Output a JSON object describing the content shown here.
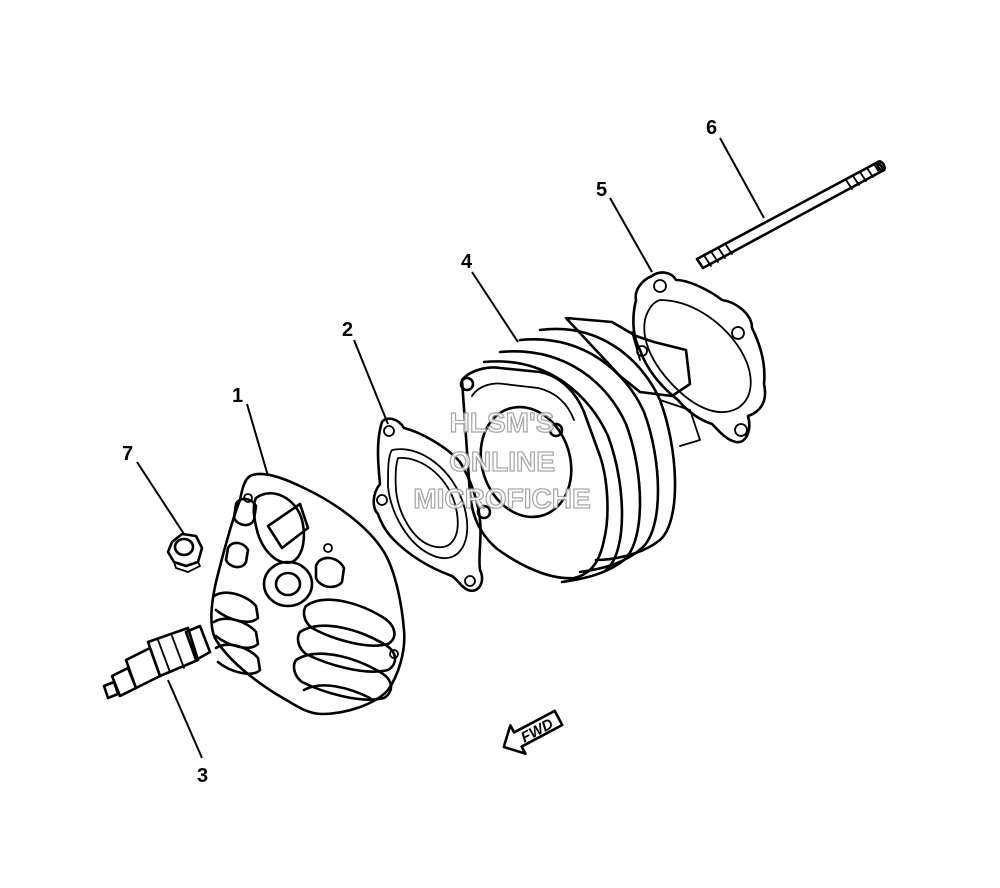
{
  "callouts": {
    "c1": "1",
    "c2": "2",
    "c3": "3",
    "c4": "4",
    "c5": "5",
    "c6": "6",
    "c7": "7"
  },
  "direction_label": "FWD",
  "watermark": {
    "line1": "HLSM'S",
    "line2": "ONLINE",
    "line3": "MICROFICHE"
  }
}
